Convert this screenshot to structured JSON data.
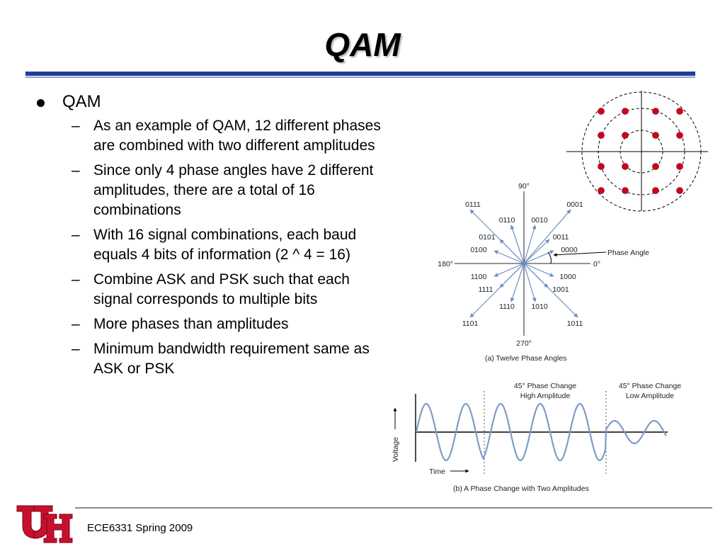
{
  "slide": {
    "title": "QAM",
    "bullet": "QAM",
    "sub_bullets": [
      "As an example of QAM, 12 different phases are combined with two different amplitudes",
      "Since only 4 phase angles have 2 different amplitudes, there are a total of 16 combinations",
      "With 16 signal combinations, each baud equals 4 bits of information (2 ^ 4 = 16)",
      "Combine ASK and PSK such that each signal corresponds to multiple bits",
      "More phases than amplitudes",
      "Minimum bandwidth requirement same as ASK or PSK"
    ],
    "footer": "ECE6331 Spring 2009"
  },
  "phase_figure": {
    "angle_labels": {
      "top": "90°",
      "left": "180°",
      "right": "0°",
      "bottom": "270°"
    },
    "codes": {
      "c0111": "0111",
      "c0001": "0001",
      "c0110": "0110",
      "c0010": "0010",
      "c0101": "0101",
      "c0011": "0011",
      "c0100": "0100",
      "c0000": "0000",
      "c1100": "1100",
      "c1000": "1000",
      "c1111": "1111",
      "c1001": "1001",
      "c1110": "1110",
      "c1010": "1010",
      "c1101": "1101",
      "c1011": "1011"
    },
    "phase_angle_label": "Phase Angle",
    "caption": "(a)  Twelve Phase Angles"
  },
  "wave_figure": {
    "label_left_line1": "45° Phase Change",
    "label_left_line2": "High Amplitude",
    "label_right_line1": "45° Phase Change",
    "label_right_line2": "Low Amplitude",
    "y_axis": "Voltage",
    "x_axis": "Time",
    "caption": "(b)  A Phase Change with Two Amplitudes"
  },
  "logo": {
    "text": "UH"
  },
  "colors": {
    "title_rule": "#1f3f94",
    "points": "#d0021b",
    "arrows": "#6d8fc2",
    "logo": "#c8102e"
  }
}
